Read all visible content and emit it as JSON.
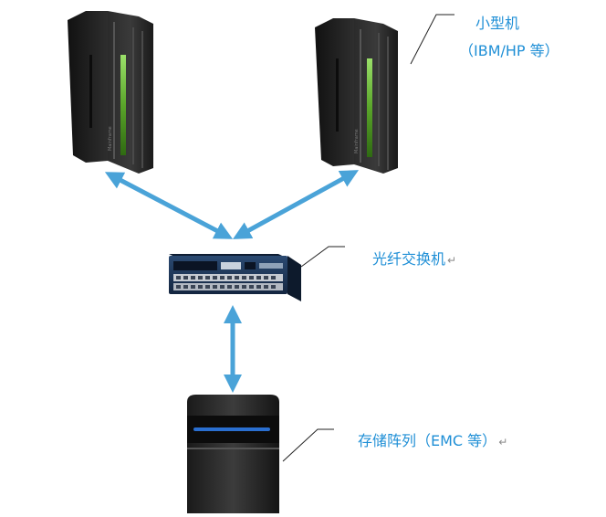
{
  "labels": {
    "minicomputer": {
      "line1": "小型机",
      "line2": "（IBM/HP 等）"
    },
    "fiber_switch": {
      "text": "光纤交换机",
      "return_mark": "↵"
    },
    "storage_array": {
      "text": "存储阵列（EMC 等）",
      "return_mark": "↵"
    }
  },
  "server_brand_text": "Mainframe",
  "colors": {
    "label_text": "#1f8fd6",
    "arrow": "#4aa3d8",
    "server_body": "#1c1c1c",
    "server_led": "#6fbf3a",
    "switch_body": "#1e3555",
    "storage_stripe": "#2a6fd1"
  },
  "icons": [
    "server-icon",
    "fiber-switch-icon",
    "storage-array-icon",
    "arrow-icon"
  ]
}
